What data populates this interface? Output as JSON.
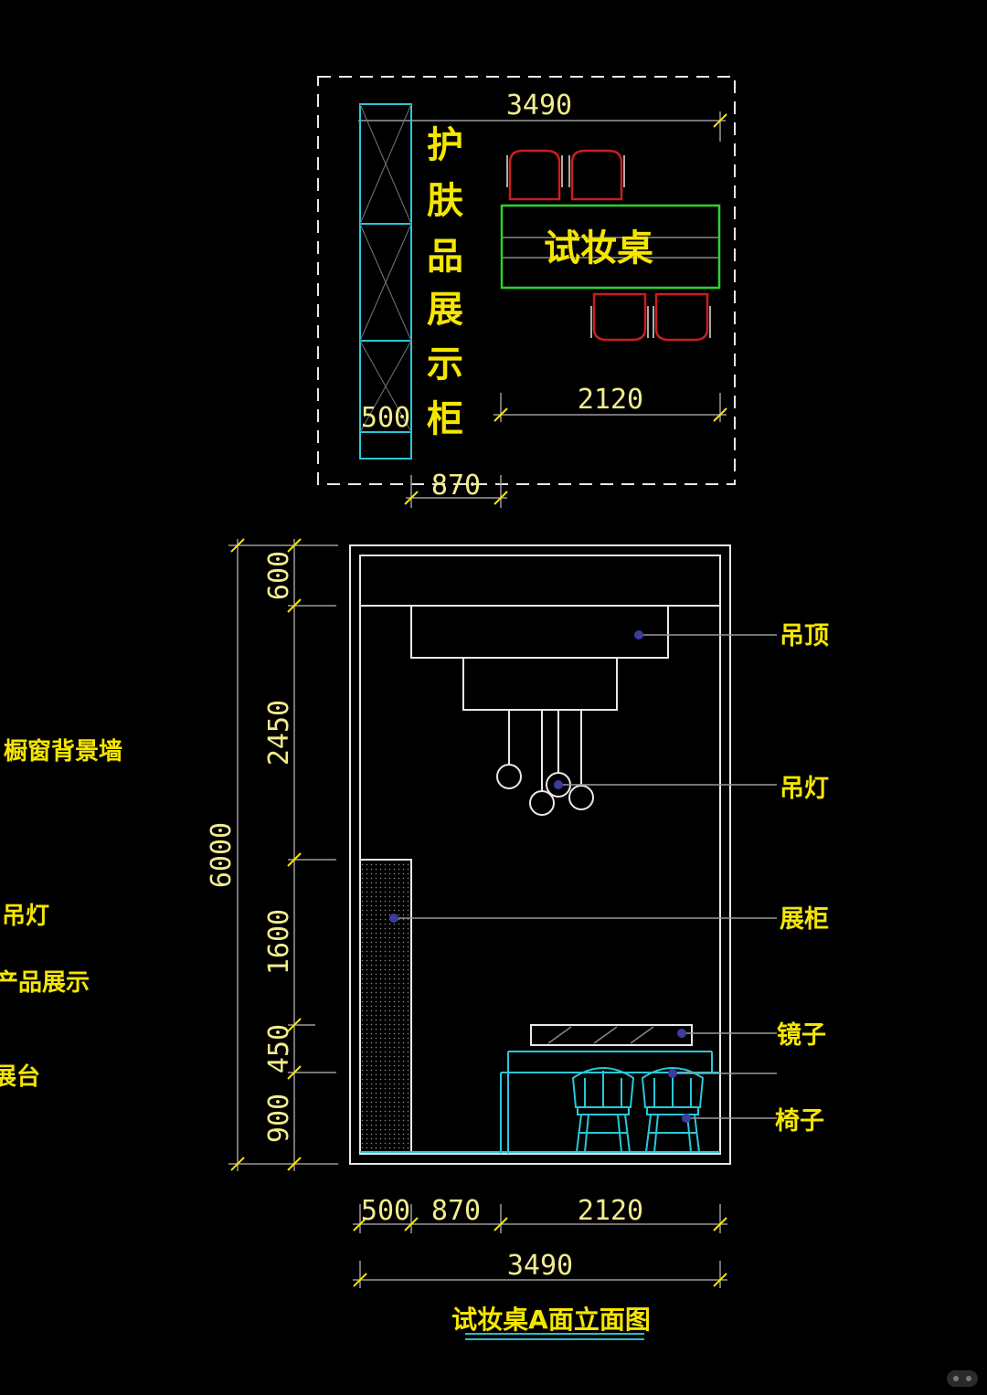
{
  "colors": {
    "background": "#000000",
    "label": "#f5e600",
    "dimension_text": "#f2ec8c",
    "line": "#e8e8e8",
    "cabinet": "#28c8d8",
    "desk": "#2bd42b",
    "chair_plan": "#c81e1e",
    "marker": "#3c3ca0"
  },
  "plan": {
    "dim_total": "3490",
    "dim_table": "2120",
    "dim_cabinet": "500",
    "dim_aisle": "870",
    "cabinet_label": [
      "护",
      "肤",
      "品",
      "展",
      "示",
      "柜"
    ],
    "desk_label": "试妆桌"
  },
  "elevation": {
    "dim_total_height": "6000",
    "dim_heights": [
      "600",
      "2450",
      "1600",
      "450",
      "900"
    ],
    "dim_widths": [
      "500",
      "870",
      "2120"
    ],
    "dim_total_width": "3490",
    "callouts": {
      "ceiling": "吊顶",
      "pendant": "吊灯",
      "cabinet": "展柜",
      "mirror": "镜子",
      "chair": "椅子"
    },
    "left_labels": [
      "橱窗背景墙",
      "吊灯",
      "产品展示",
      "展台"
    ],
    "title": "试妆桌A面立面图"
  },
  "icons": [
    "dim-tick-icon",
    "leader-dot-icon",
    "pendant-lamp-icon",
    "chair-icon",
    "watermark-icon"
  ]
}
